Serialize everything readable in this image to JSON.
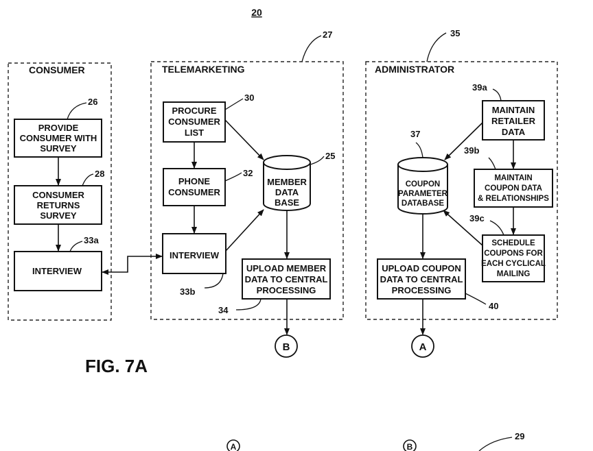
{
  "figure_number": "20",
  "figure_caption": "FIG. 7A",
  "panels": {
    "consumer": {
      "title": "CONSUMER"
    },
    "telemarketing": {
      "title": "TELEMARKETING",
      "ref": "27"
    },
    "administrator": {
      "title": "ADMINISTRATOR",
      "ref": "35"
    }
  },
  "nodes": {
    "provide_survey": {
      "lines": [
        "PROVIDE",
        "CONSUMER WITH",
        "SURVEY"
      ],
      "ref": "26"
    },
    "returns_survey": {
      "lines": [
        "CONSUMER",
        "RETURNS",
        "SURVEY"
      ],
      "ref": "28"
    },
    "interview_consumer": {
      "lines": [
        "INTERVIEW"
      ],
      "ref": "33a"
    },
    "procure_list": {
      "lines": [
        "PROCURE",
        "CONSUMER",
        "LIST"
      ],
      "ref": "30"
    },
    "phone_consumer": {
      "lines": [
        "PHONE",
        "CONSUMER"
      ],
      "ref": "32"
    },
    "interview_tm": {
      "lines": [
        "INTERVIEW"
      ],
      "ref": "33b"
    },
    "member_db": {
      "lines": [
        "MEMBER",
        "DATA",
        "BASE"
      ],
      "ref": "25"
    },
    "upload_member": {
      "lines": [
        "UPLOAD MEMBER",
        "DATA TO CENTRAL",
        "PROCESSING"
      ],
      "ref": "34"
    },
    "maintain_retailer": {
      "lines": [
        "MAINTAIN",
        "RETAILER",
        "DATA"
      ],
      "ref": "39a"
    },
    "maintain_coupon": {
      "lines": [
        "MAINTAIN",
        "COUPON DATA",
        "& RELATIONSHIPS"
      ],
      "ref": "39b"
    },
    "schedule_coupons": {
      "lines": [
        "SCHEDULE",
        "COUPONS FOR",
        "EACH CYCLICAL",
        "MAILING"
      ],
      "ref": "39c"
    },
    "coupon_db": {
      "lines": [
        "COUPON",
        "PARAMETER",
        "DATABASE"
      ],
      "ref": "37"
    },
    "upload_coupon": {
      "lines": [
        "UPLOAD COUPON",
        "DATA TO CENTRAL",
        "PROCESSING"
      ],
      "ref": "40"
    }
  },
  "connectors": {
    "b": {
      "label": "B"
    },
    "a": {
      "label": "A"
    }
  },
  "next_sheet": {
    "a_label": "A",
    "b_label": "B",
    "ref": "29"
  }
}
